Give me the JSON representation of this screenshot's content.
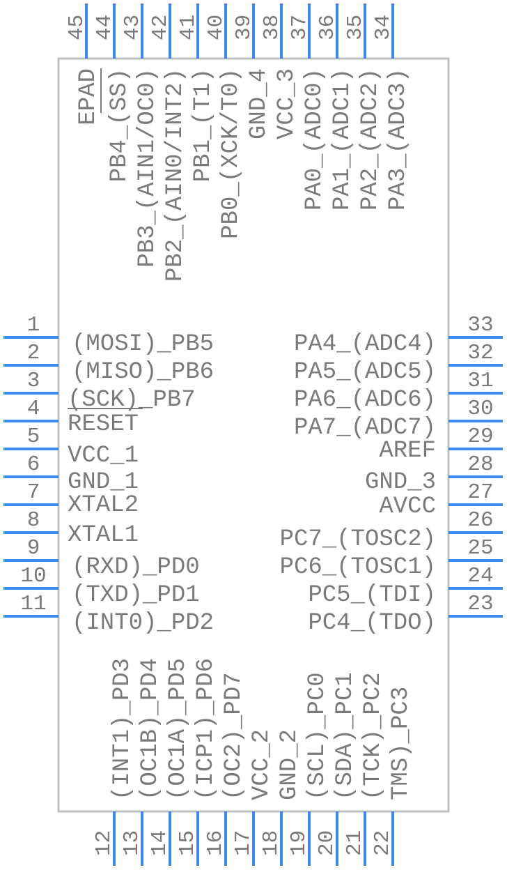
{
  "colors": {
    "pin": "#3d8bf2",
    "body": "#c0c0c0",
    "text": "#7a7a7a"
  },
  "left_pins": [
    {
      "num": "1",
      "label": "(MOSI)_PB5"
    },
    {
      "num": "2",
      "label": "(MISO)_PB6"
    },
    {
      "num": "3",
      "label": "(SCK)_PB7"
    },
    {
      "num": "4",
      "label": "RESET",
      "overline": true
    },
    {
      "num": "5",
      "label": "VCC_1"
    },
    {
      "num": "6",
      "label": "GND_1"
    },
    {
      "num": "7",
      "label": "XTAL2"
    },
    {
      "num": "8",
      "label": "XTAL1"
    },
    {
      "num": "9",
      "label": "(RXD)_PD0"
    },
    {
      "num": "10",
      "label": "(TXD)_PD1"
    },
    {
      "num": "11",
      "label": "(INT0)_PD2"
    }
  ],
  "right_pins": [
    {
      "num": "33",
      "label": "PA4_(ADC4)"
    },
    {
      "num": "32",
      "label": "PA5_(ADC5)"
    },
    {
      "num": "31",
      "label": "PA6_(ADC6)"
    },
    {
      "num": "30",
      "label": "PA7_(ADC7)"
    },
    {
      "num": "29",
      "label": "AREF"
    },
    {
      "num": "28",
      "label": "GND_3"
    },
    {
      "num": "27",
      "label": "AVCC"
    },
    {
      "num": "26",
      "label": "PC7_(TOSC2)"
    },
    {
      "num": "25",
      "label": "PC6_(TOSC1)"
    },
    {
      "num": "24",
      "label": "PC5_(TDI)"
    },
    {
      "num": "23",
      "label": "PC4_(TDO)"
    }
  ],
  "top_pins": [
    {
      "num": "45",
      "label": "EPAD"
    },
    {
      "num": "44",
      "label": "PB4_(SS)"
    },
    {
      "num": "43",
      "label": "PB3_(AIN1/OC0)"
    },
    {
      "num": "42",
      "label": "PB2_(AIN0/INT2)"
    },
    {
      "num": "41",
      "label": "PB1_(T1)"
    },
    {
      "num": "40",
      "label": "PB0_(XCK/T0)"
    },
    {
      "num": "39",
      "label": "GND_4"
    },
    {
      "num": "38",
      "label": "VCC_3"
    },
    {
      "num": "37",
      "label": "PA0_(ADC0)"
    },
    {
      "num": "36",
      "label": "PA1_(ADC1)"
    },
    {
      "num": "35",
      "label": "PA2_(ADC2)"
    },
    {
      "num": "34",
      "label": "PA3_(ADC3)"
    }
  ],
  "bottom_pins": [
    {
      "num": "12",
      "label": "(INT1)_PD3"
    },
    {
      "num": "13",
      "label": "(OC1B)_PD4"
    },
    {
      "num": "14",
      "label": "(OC1A)_PD5"
    },
    {
      "num": "15",
      "label": "(ICP1)_PD6"
    },
    {
      "num": "16",
      "label": "(OC2)_PD7"
    },
    {
      "num": "17",
      "label": "VCC_2"
    },
    {
      "num": "18",
      "label": "GND_2"
    },
    {
      "num": "19",
      "label": "(SCL)_PC0"
    },
    {
      "num": "20",
      "label": "(SDA)_PC1"
    },
    {
      "num": "21",
      "label": "(TCK)_PC2"
    },
    {
      "num": "22",
      "label": "TMS)_PC3"
    }
  ]
}
